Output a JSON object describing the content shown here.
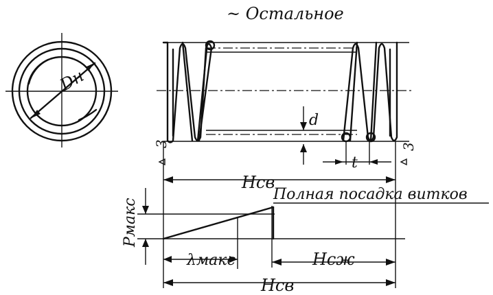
{
  "labels": {
    "roughness": "~ Остальное",
    "outer_diameter": "Dн",
    "wire_diameter": "d",
    "pitch": "t",
    "ground_mark_left": "3",
    "ground_mark_right": "3",
    "free_height_top": "Нсв",
    "full_set": "Полная посадка витков",
    "force_max": "Рмакс",
    "deflection_max": "λмакс",
    "solid_height": "Нсж",
    "free_height_bottom": "Нсв"
  }
}
